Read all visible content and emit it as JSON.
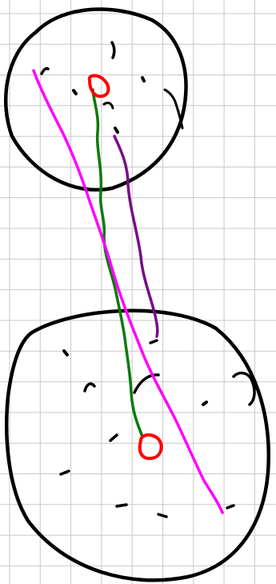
{
  "page": {
    "background": "#ffffff",
    "grid_color": "#c8c8c8"
  },
  "strokes": {
    "outline_color": "#000000",
    "magenta_color": "#ff00ff",
    "green_color": "#0a7a0a",
    "purple_color": "#7a0a8a",
    "marker_color": "#ff0000"
  },
  "shapes": [
    {
      "name": "top-circle",
      "kind": "closed-outline"
    },
    {
      "name": "bottom-circle",
      "kind": "closed-outline"
    },
    {
      "name": "top-red-marker",
      "kind": "small-loop"
    },
    {
      "name": "bottom-red-marker",
      "kind": "small-loop"
    },
    {
      "name": "magenta-line",
      "kind": "open-stroke"
    },
    {
      "name": "green-line",
      "kind": "open-stroke"
    },
    {
      "name": "purple-line",
      "kind": "open-stroke"
    }
  ]
}
